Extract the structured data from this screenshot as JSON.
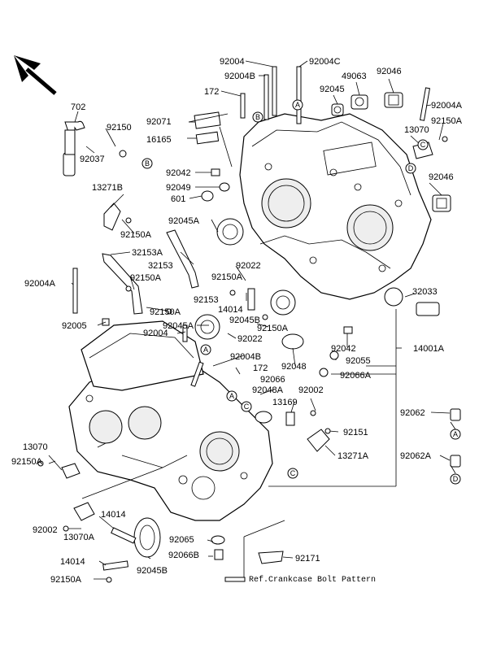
{
  "labels": {
    "p92004": "92004",
    "p92004C": "92004C",
    "p92004B_top": "92004B",
    "p172_top": "172",
    "p49063": "49063",
    "p92045": "92045",
    "p92046_top": "92046",
    "p92004A_right": "92004A",
    "p702": "702",
    "p92150": "92150",
    "p92037": "92037",
    "p92071": "92071",
    "p16165": "16165",
    "p13070_top": "13070",
    "p92150A_topright": "92150A",
    "p92042_top": "92042",
    "p92049": "92049",
    "p601": "601",
    "p92046_right": "92046",
    "p13271B": "13271B",
    "p92045A_top": "92045A",
    "p92150A_left": "92150A",
    "p32153A": "32153A",
    "p32153": "32153",
    "p92150A_mid1": "92150A",
    "p92022_top": "92022",
    "p92150A_mid2": "92150A",
    "p92004A_left": "92004A",
    "p92153": "92153",
    "p14014_mid": "14014",
    "p32033": "32033",
    "p92150A_mid3": "92150A",
    "p92045B_mid": "92045B",
    "p92005": "92005",
    "p92045A_mid": "92045A",
    "p92004_mid": "92004",
    "p92150A_mid4": "92150A",
    "p92022_mid": "92022",
    "p92042_mid": "92042",
    "p14001A": "14001A",
    "p92048": "92048",
    "p92055": "92055",
    "p92004B_mid": "92004B",
    "p92066A": "92066A",
    "p172_mid": "172",
    "p92066": "92066",
    "p92048A": "92048A",
    "p92002_mid": "92002",
    "p13169": "13169",
    "p92062": "92062",
    "p13070_left": "13070",
    "p92151": "92151",
    "p92150A_left2": "92150A",
    "p13271A": "13271A",
    "p92062A": "92062A",
    "p14014_low": "14014",
    "p92002_low": "92002",
    "p13070A": "13070A",
    "p92065": "92065",
    "p92066B": "92066B",
    "p14014_bottom": "14014",
    "p92171": "92171",
    "p92150A_bottom": "92150A",
    "p92045B_bottom": "92045B",
    "ref_note": "Ref.Crankcase Bolt Pattern"
  },
  "callouts": {
    "A": "A",
    "B": "B",
    "C": "C",
    "D": "D"
  },
  "icons": {
    "front_arrow": "front-direction-arrow"
  }
}
